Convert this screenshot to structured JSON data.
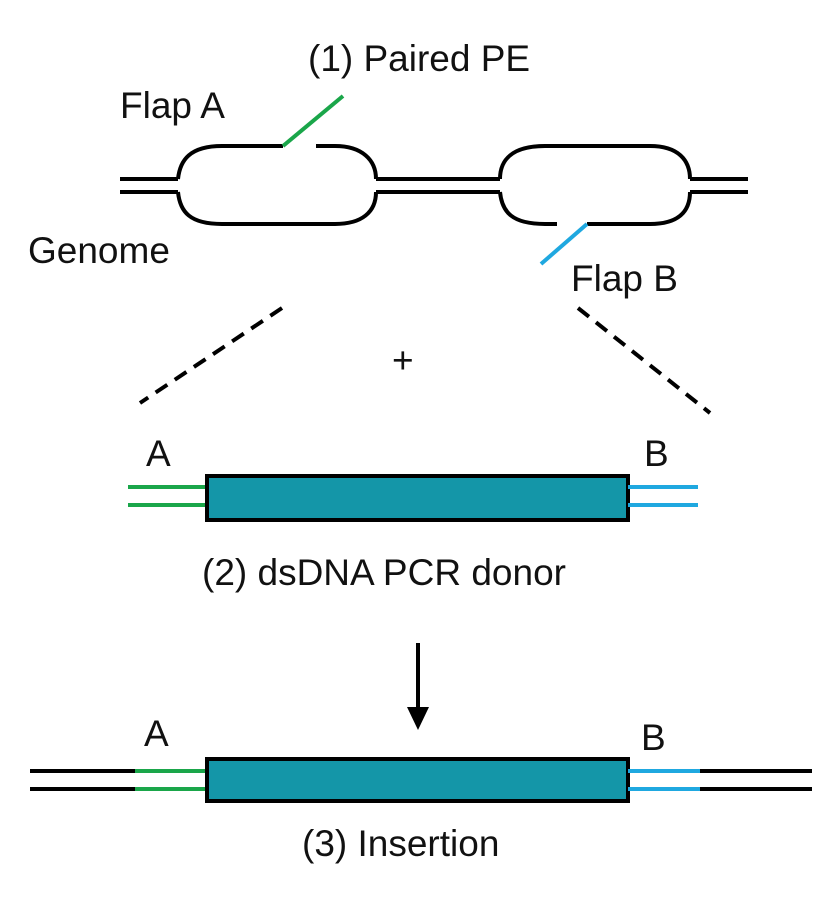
{
  "labels": {
    "step1": "(1) Paired PE",
    "flap_a": "Flap A",
    "flap_b": "Flap B",
    "genome": "Genome",
    "plus": "+",
    "donor_a": "A",
    "donor_b": "B",
    "step2": "(2) dsDNA PCR donor",
    "insert_a": "A",
    "insert_b": "B",
    "step3": "(3) Insertion"
  },
  "colors": {
    "flap_a": "#1aa64a",
    "flap_b": "#1fa8e0",
    "donor_fill": "#1496a8",
    "dna": "#000000"
  }
}
